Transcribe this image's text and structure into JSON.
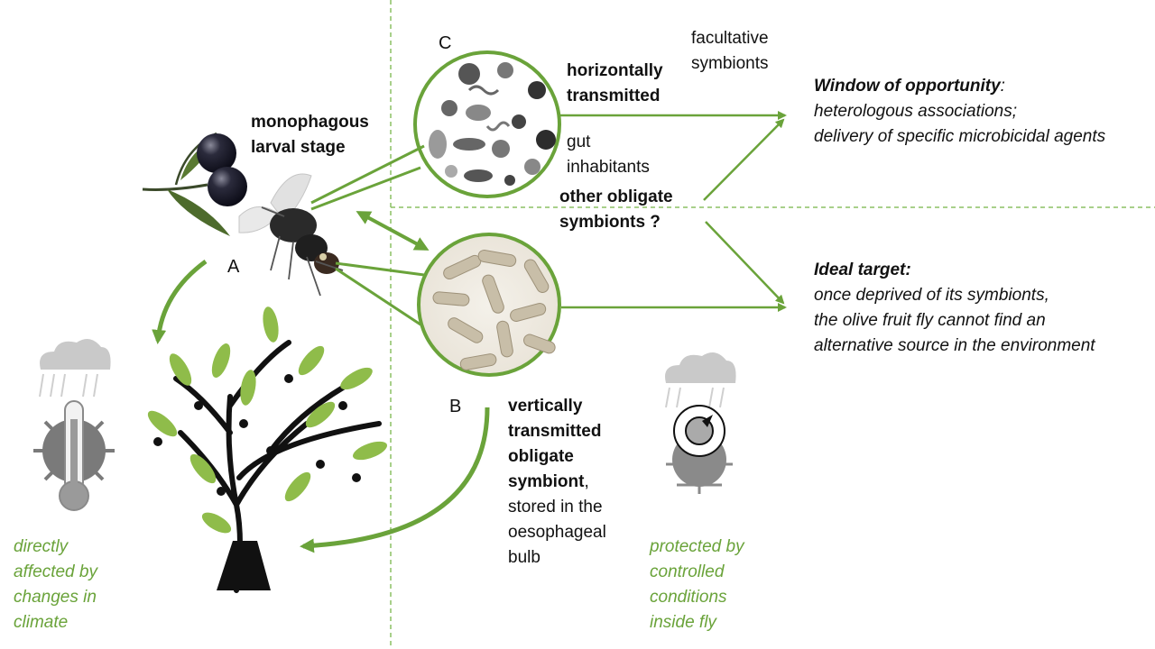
{
  "labels": {
    "a": "A",
    "b": "B",
    "c": "C"
  },
  "monophagous": [
    "monophagous",
    "larval stage"
  ],
  "horizontally": [
    "horizontally",
    "transmitted"
  ],
  "facultative": [
    "facultative",
    "symbionts"
  ],
  "gut": [
    "gut",
    "inhabitants"
  ],
  "other_obligate": [
    "other obligate",
    "symbionts ?"
  ],
  "window": {
    "title": "Window of opportunity",
    "colon": ":",
    "line1": "heterologous associations;",
    "line2": "delivery of specific microbicidal agents"
  },
  "ideal": {
    "title": "Ideal target:",
    "line1": "once deprived of its symbionts,",
    "line2": "the olive fruit fly cannot find an",
    "line3": "alternative source in the environment"
  },
  "vertical": {
    "bold1": "vertically",
    "bold2": "transmitted",
    "bold3": "obligate",
    "bold4": "symbiont",
    "comma": ",",
    "line5": "stored in the",
    "line6": "oesophageal",
    "line7": "bulb"
  },
  "directly": [
    "directly",
    "affected by",
    "changes in",
    "climate"
  ],
  "protected": [
    "protected by",
    "controlled",
    "conditions",
    "inside fly"
  ],
  "colors": {
    "accent_green": "#6aa33a",
    "line_green": "#6aa33a",
    "dash_green": "#8cc063",
    "gray": "#8a8a8a"
  },
  "icons": [
    "olive-branch-icon",
    "olive-fly-icon",
    "microbes-circle-icon",
    "bacteria-circle-icon",
    "olive-tree-icon",
    "thermometer-cloud-icon",
    "fly-symbol-cloud-icon"
  ]
}
